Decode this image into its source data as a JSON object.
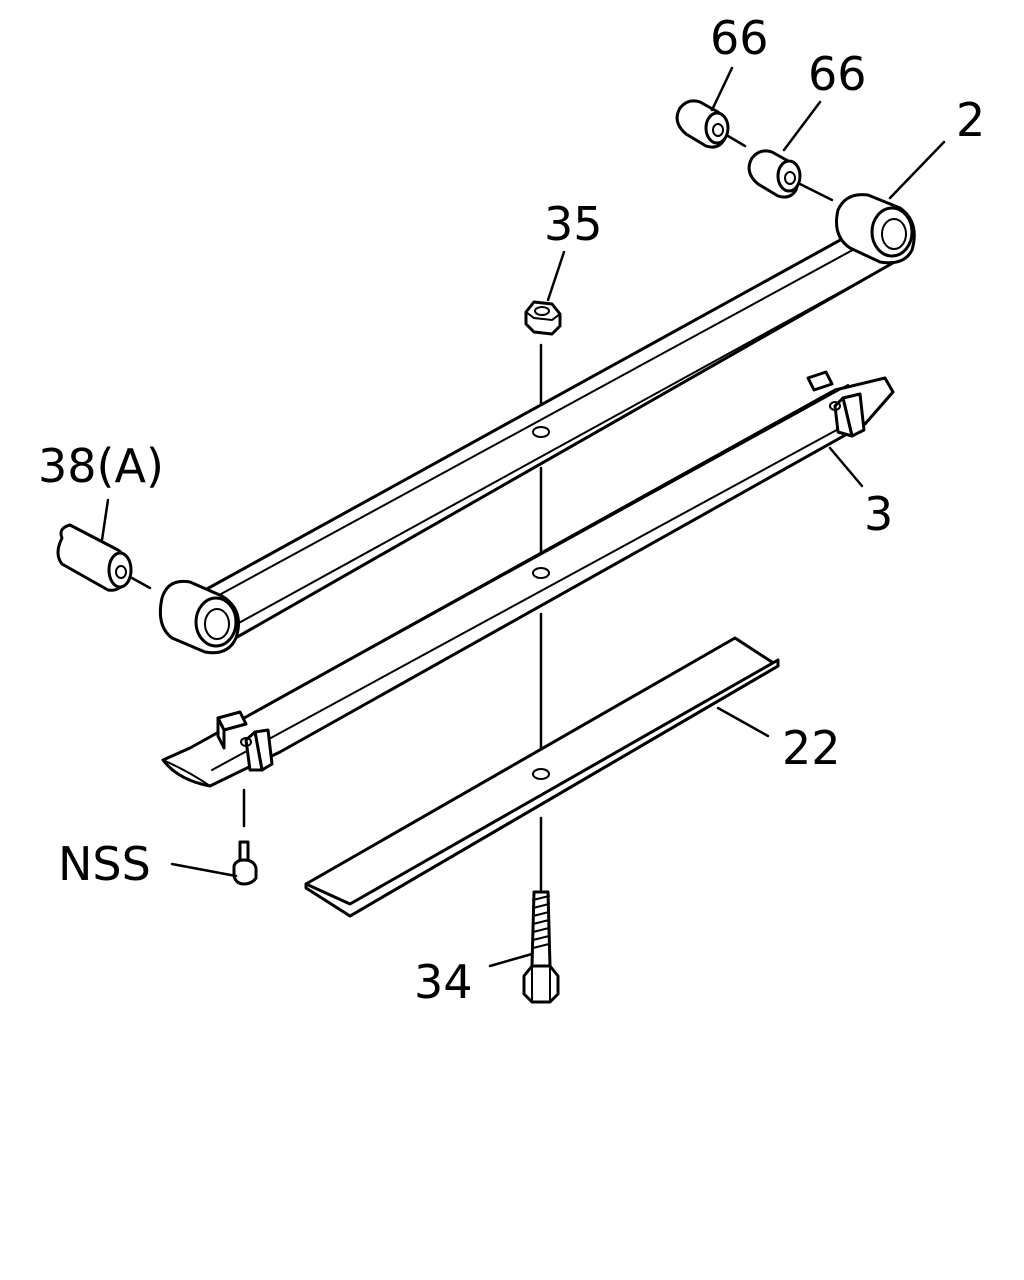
{
  "callouts": {
    "c66a": "66",
    "c66b": "66",
    "c2": "2",
    "c35": "35",
    "c38a": "38(A)",
    "c3": "3",
    "c22": "22",
    "cnss": "NSS",
    "c34": "34"
  }
}
